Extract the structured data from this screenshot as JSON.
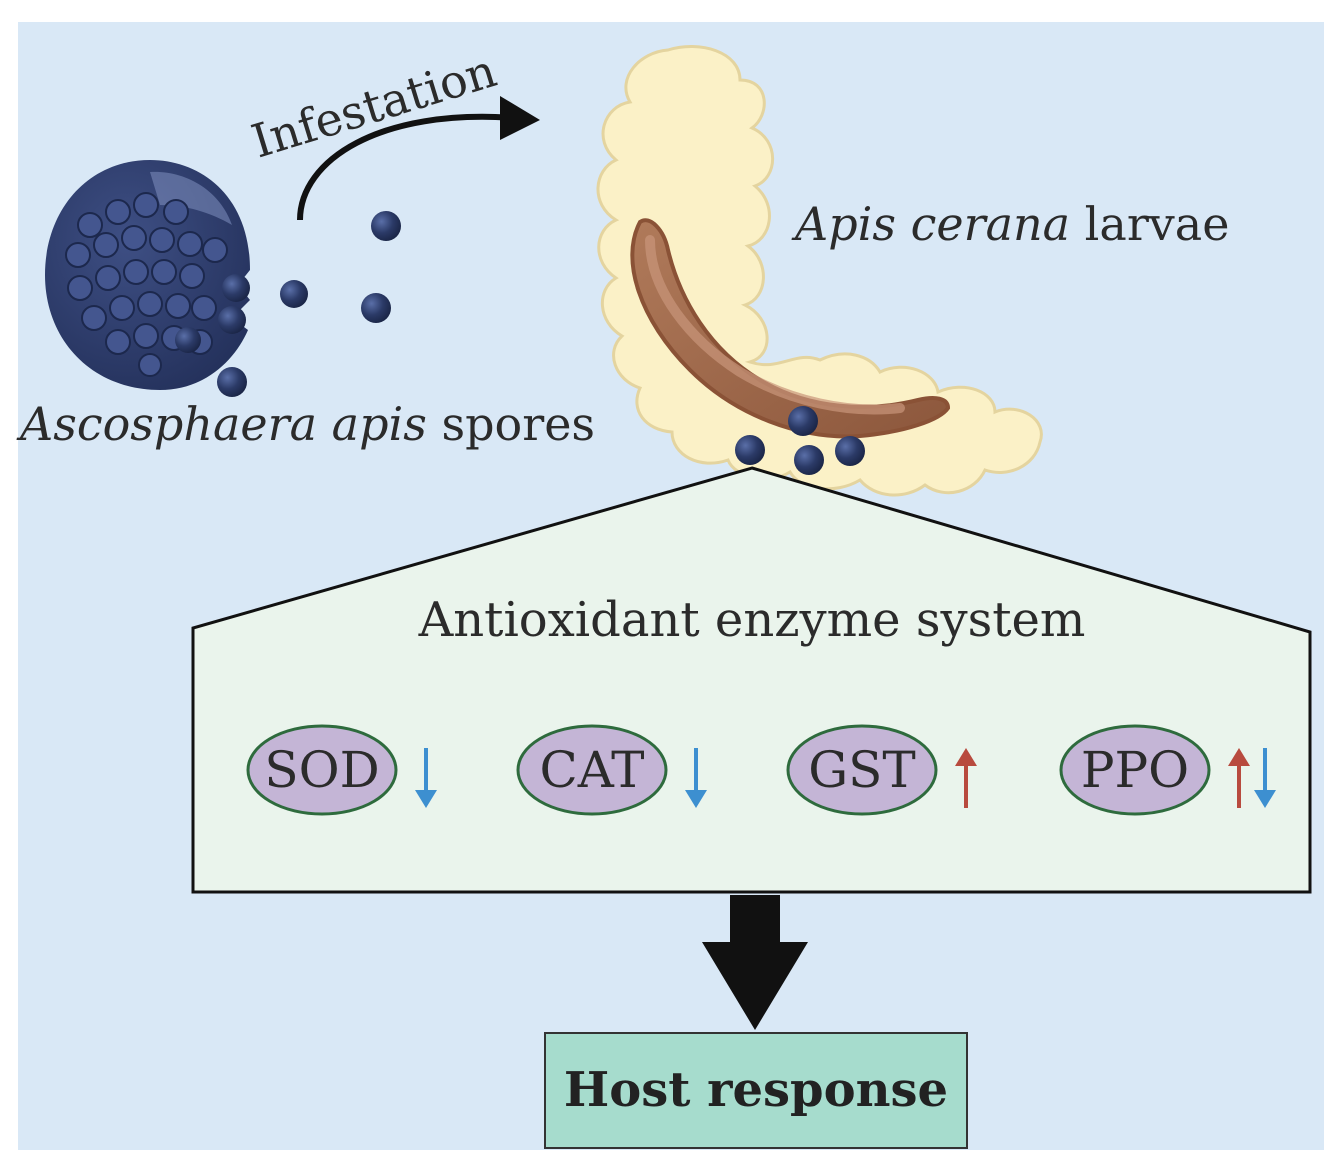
{
  "labels": {
    "infestation": "Infestation",
    "spores_italic": "Ascosphaera apis",
    "spores_rest": " spores",
    "larvae_italic": "Apis cerana",
    "larvae_rest": " larvae",
    "system_title": "Antioxidant enzyme system",
    "host_response": "Host response"
  },
  "enzymes": [
    {
      "name": "SOD",
      "arrows": [
        "down"
      ]
    },
    {
      "name": "CAT",
      "arrows": [
        "down"
      ]
    },
    {
      "name": "GST",
      "arrows": [
        "up"
      ]
    },
    {
      "name": "PPO",
      "arrows": [
        "up",
        "down"
      ]
    }
  ],
  "colors": {
    "background": "#d9e8f6",
    "panel": "#eaf4ec",
    "host_box": "#a6dccd",
    "enzyme_fill": "#c4b5d6",
    "enzyme_stroke": "#2e6b3d",
    "arrow_up": "#b84a3e",
    "arrow_down": "#3d8fd0",
    "spore": "#2b3a67",
    "larva_body": "#fbf1c7",
    "gut": "#a0694a"
  }
}
